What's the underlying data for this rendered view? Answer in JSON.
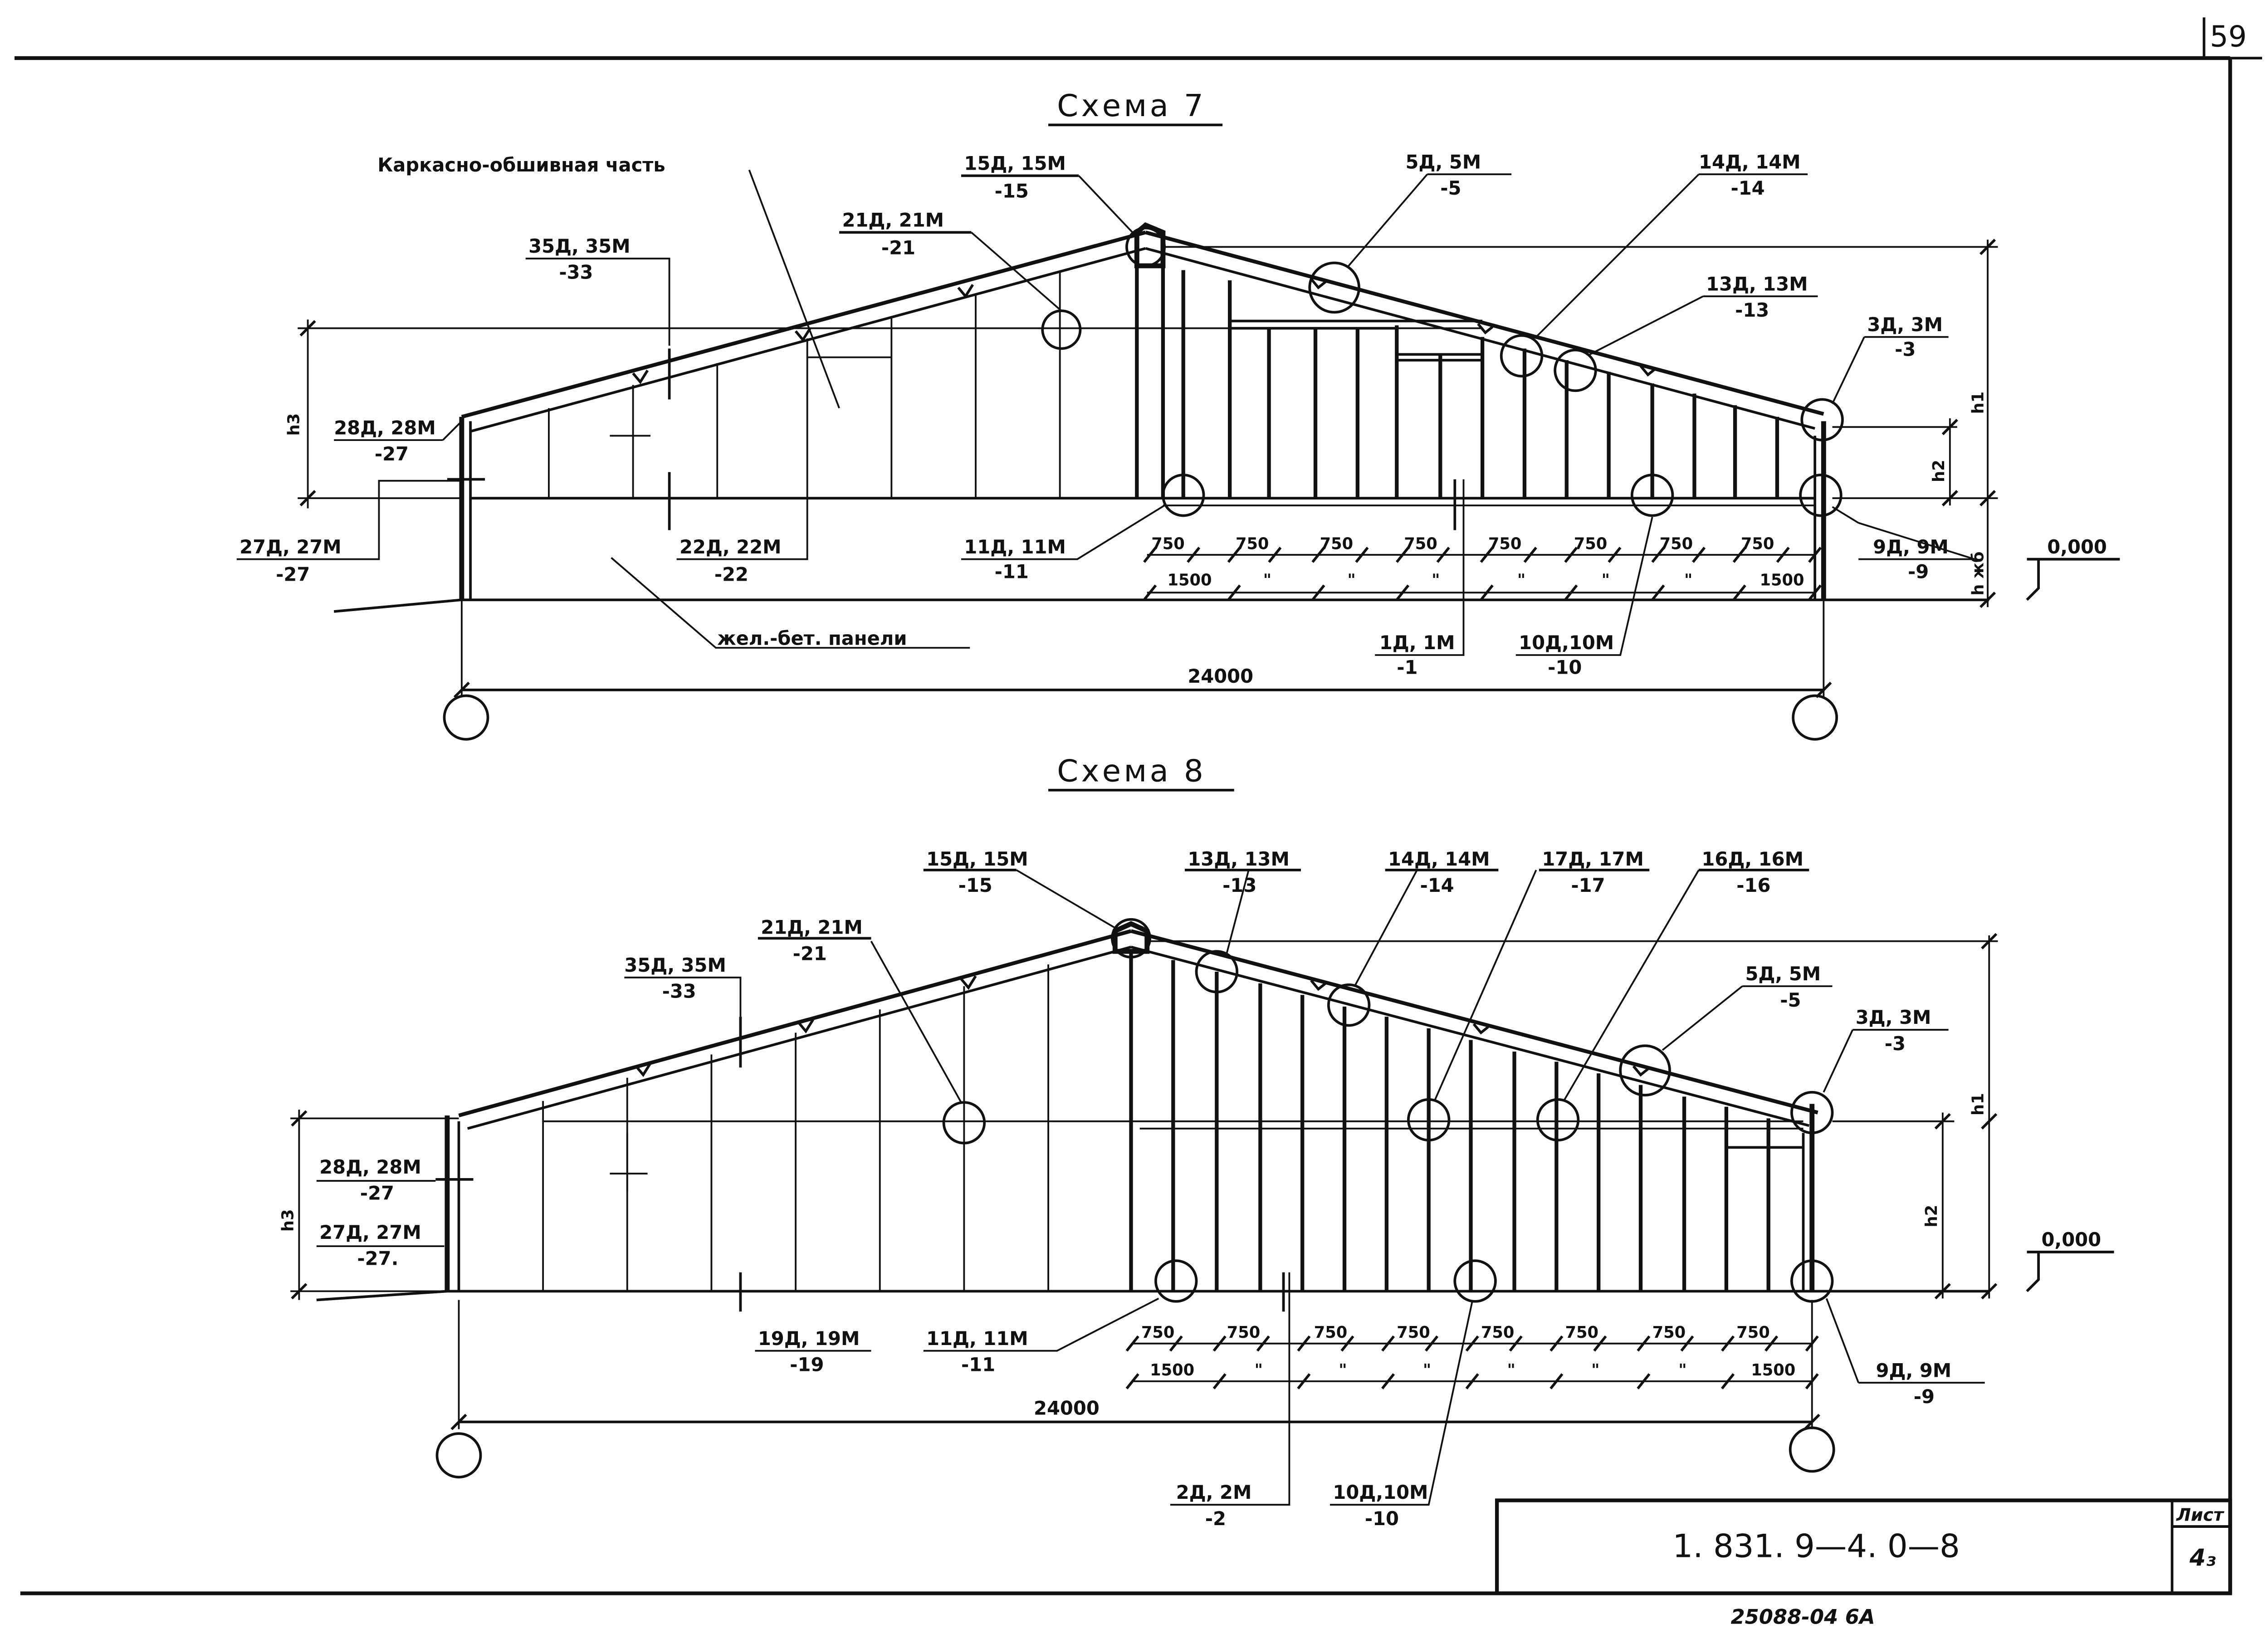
{
  "sheet": {
    "page_number": "59",
    "document_code": "1. 831. 9—4. 0—8",
    "sheet_header": "Лист",
    "sheet_value": "4₃",
    "archive_number": "25088-04  6А"
  },
  "scheme7": {
    "title": "Схема 7",
    "note_frame": "Каркасно-обшивная часть",
    "note_panels": "жел.-бет. панели",
    "span": "24000",
    "dim_750": "750",
    "dim_1500": "1500",
    "dim_ditto": "\"",
    "elevation": "0,000",
    "heights": {
      "h1": "h1",
      "h2": "h2",
      "h3": "h3",
      "hzhb": "h жб"
    },
    "callouts": [
      {
        "l1": "15Д, 15М",
        "l2": "-15"
      },
      {
        "l1": "5Д, 5М",
        "l2": "-5"
      },
      {
        "l1": "14Д, 14М",
        "l2": "-14"
      },
      {
        "l1": "21Д, 21М",
        "l2": "-21"
      },
      {
        "l1": "35Д, 35М",
        "l2": "-33"
      },
      {
        "l1": "13Д, 13М",
        "l2": "-13"
      },
      {
        "l1": "3Д, 3М",
        "l2": "-3"
      },
      {
        "l1": "28Д, 28М",
        "l2": "-27"
      },
      {
        "l1": "27Д, 27М",
        "l2": "-27"
      },
      {
        "l1": "22Д, 22М",
        "l2": "-22"
      },
      {
        "l1": "11Д, 11М",
        "l2": "-11"
      },
      {
        "l1": "9Д, 9М",
        "l2": "-9"
      },
      {
        "l1": "1Д, 1М",
        "l2": "-1"
      },
      {
        "l1": "10Д,10М",
        "l2": "-10"
      }
    ]
  },
  "scheme8": {
    "title": "Схема 8",
    "span": "24000",
    "dim_750": "750",
    "dim_1500": "1500",
    "dim_ditto": "\"",
    "elevation": "0,000",
    "heights": {
      "h1": "h1",
      "h2": "h2",
      "h3": "h3"
    },
    "callouts": [
      {
        "l1": "15Д, 15М",
        "l2": "-15"
      },
      {
        "l1": "13Д, 13М",
        "l2": "-13"
      },
      {
        "l1": "14Д, 14М",
        "l2": "-14"
      },
      {
        "l1": "17Д, 17М",
        "l2": "-17"
      },
      {
        "l1": "16Д, 16М",
        "l2": "-16"
      },
      {
        "l1": "21Д, 21М",
        "l2": "-21"
      },
      {
        "l1": "35Д, 35М",
        "l2": "-33"
      },
      {
        "l1": "5Д, 5М",
        "l2": "-5"
      },
      {
        "l1": "3Д, 3М",
        "l2": "-3"
      },
      {
        "l1": "28Д, 28М",
        "l2": "-27"
      },
      {
        "l1": "27Д, 27М",
        "l2": "-27."
      },
      {
        "l1": "19Д, 19М",
        "l2": "-19"
      },
      {
        "l1": "11Д, 11М",
        "l2": "-11"
      },
      {
        "l1": "9Д, 9М",
        "l2": "-9"
      },
      {
        "l1": "2Д, 2М",
        "l2": "-2"
      },
      {
        "l1": "10Д,10М",
        "l2": "-10"
      }
    ]
  }
}
